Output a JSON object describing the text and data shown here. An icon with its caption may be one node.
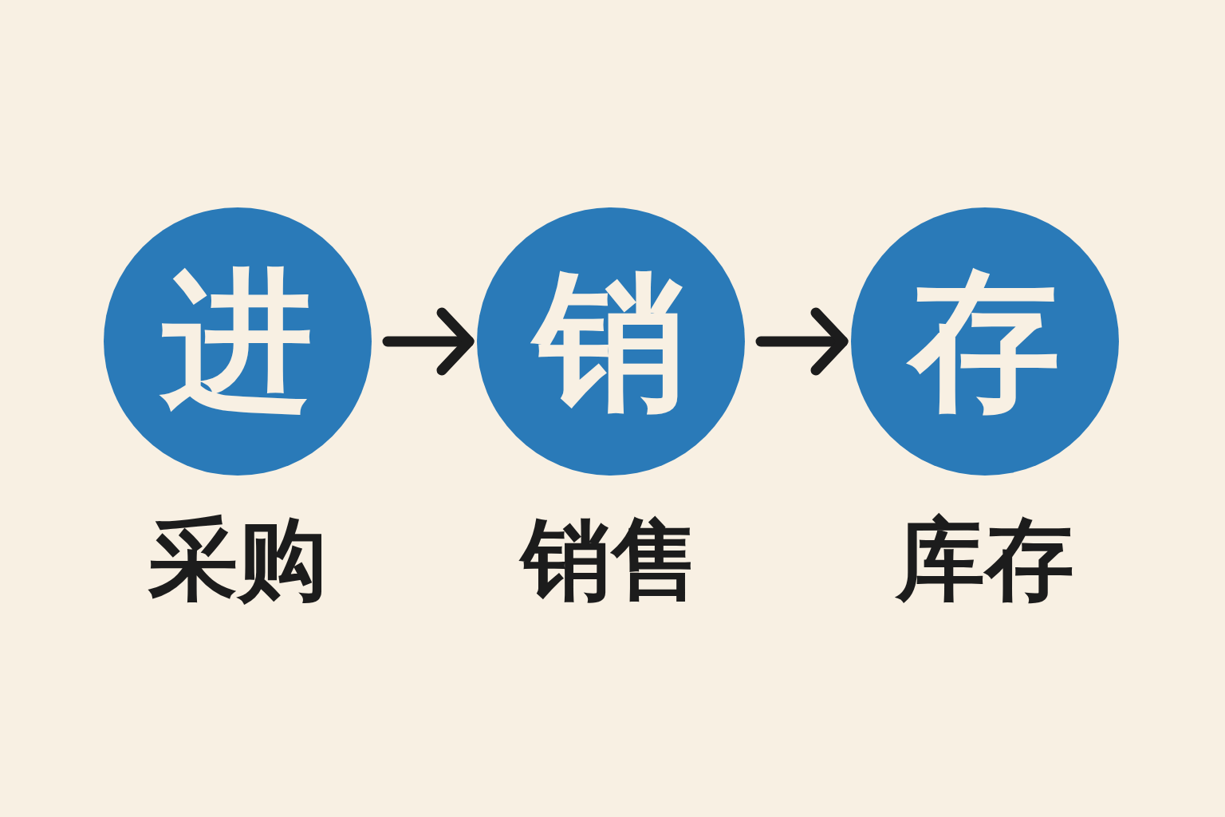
{
  "diagram": {
    "nodes": [
      {
        "text": [
          "进"
        ],
        "beside": [
          "采购"
        ]
      },
      {
        "text": [
          "销"
        ],
        "beside": [
          "销售"
        ]
      },
      {
        "text": [
          "存"
        ],
        "beside": [
          "库存"
        ]
      }
    ],
    "edges": [
      {
        "from": 0,
        "to": 1,
        "arrow": "to"
      },
      {
        "from": 1,
        "to": 2,
        "arrow": "to"
      }
    ]
  }
}
